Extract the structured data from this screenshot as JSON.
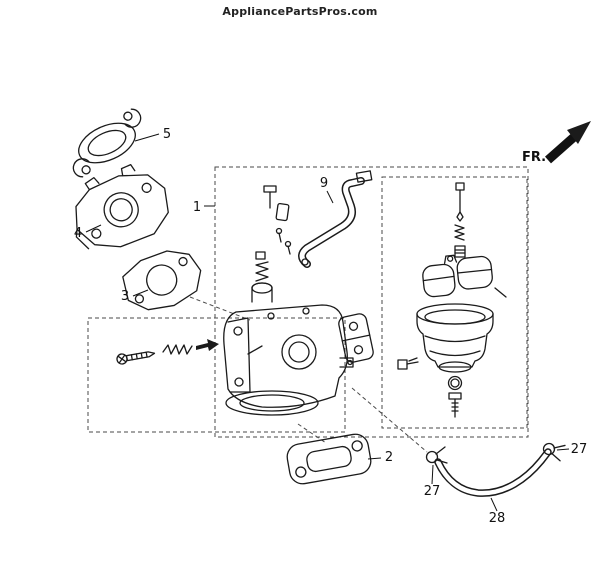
{
  "watermark": "AppliancePartsPros.com",
  "orientation": {
    "fr_label": "FR."
  },
  "callouts": {
    "c1": "1",
    "c2": "2",
    "c3": "3",
    "c4": "4",
    "c5": "5",
    "c9": "9",
    "c27_left": "27",
    "c27_right": "27",
    "c28": "28"
  }
}
